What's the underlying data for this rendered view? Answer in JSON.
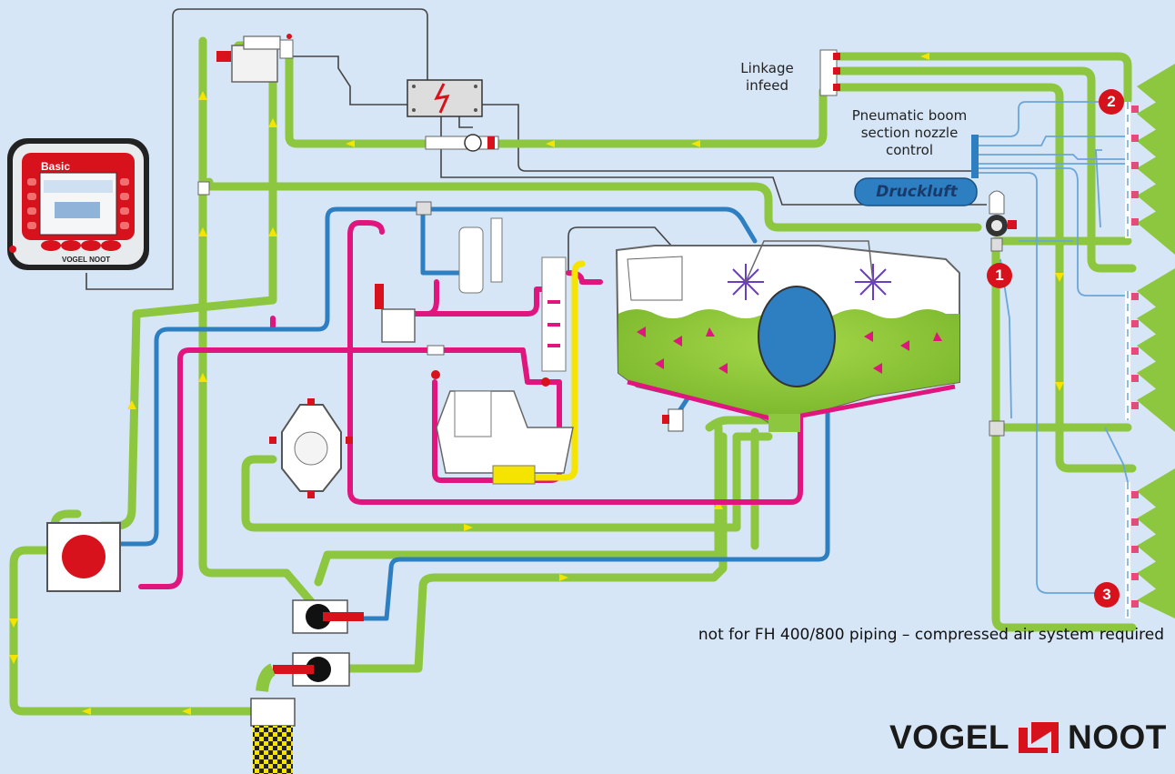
{
  "labels": {
    "linkage_infeed": "Linkage\ninfeed",
    "pneumatic_control": "Pneumatic boom\nsection nozzle\ncontrol",
    "footnote": "not for FH 400/800 piping – compressed air system required",
    "air_tank": "Druckluft"
  },
  "badges": {
    "one": "1",
    "two": "2",
    "three": "3"
  },
  "controller": {
    "brand": "Basic",
    "logo": "VOGEL NOOT"
  },
  "logo": {
    "left": "VOGEL",
    "right": "NOOT"
  },
  "colors": {
    "background": "#d6e6f6",
    "supply_line": "#8dc63f",
    "flow_arrow": "#f5e400",
    "return_line": "#e0157e",
    "clean_line": "#2d7fc1",
    "rinse_line": "#f5e400",
    "air_line": "#6aa6d8",
    "badge": "#d8121c",
    "brand_red": "#d8121c"
  }
}
